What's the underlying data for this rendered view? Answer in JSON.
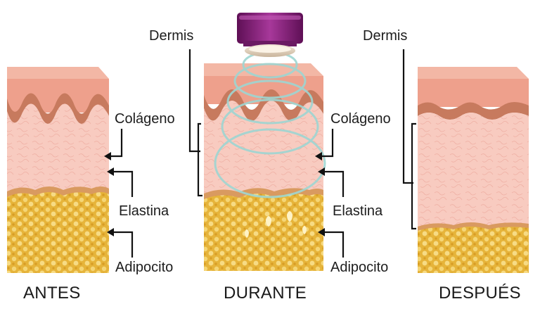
{
  "panels": {
    "before": {
      "title": "ANTES"
    },
    "during": {
      "title": "DURANTE"
    },
    "after": {
      "title": "DESPUÉS"
    }
  },
  "labels": {
    "dermis": "Dermis",
    "colageno": "Colágeno",
    "elastina": "Elastina",
    "adipocito": "Adipocito"
  },
  "colors": {
    "epidermis": "#eea08c",
    "wave": "#c77a5e",
    "dermis": "#f7c7bc",
    "fat": "#e8b63b",
    "fat_dots": "#f6d77a",
    "device": "#8a1f7a",
    "rings": "#9ed6d2",
    "lines": "#111111"
  }
}
